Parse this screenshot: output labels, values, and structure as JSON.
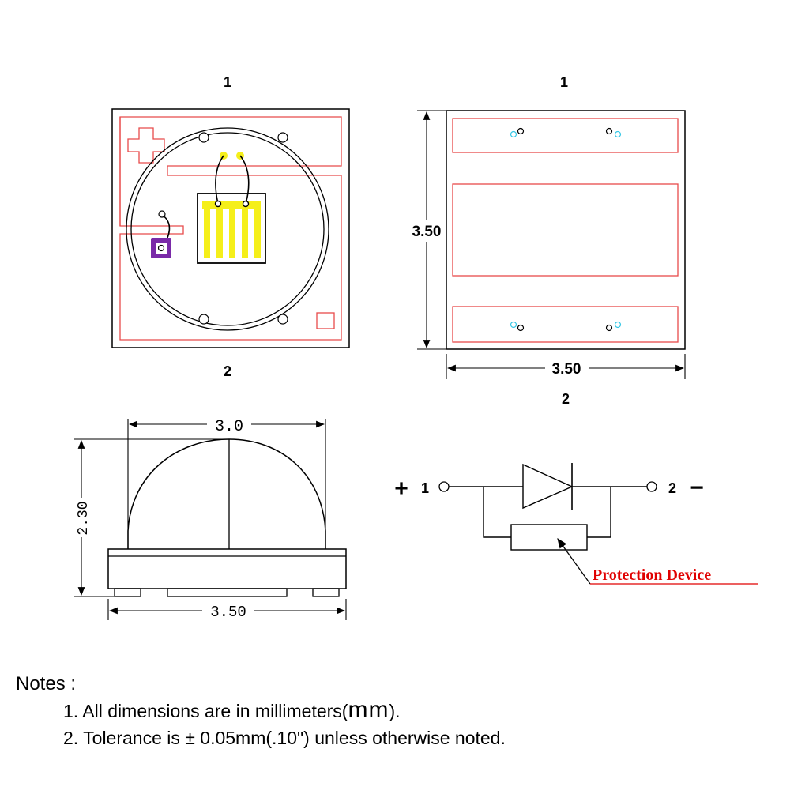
{
  "colors": {
    "outline": "#000000",
    "trace": "#e84a4a",
    "pad": "#f5ef1a",
    "zener": "#7a2aa8",
    "via": "#38c8e6",
    "label_red": "#e00000"
  },
  "top_view": {
    "pin1": "1",
    "pin2": "2"
  },
  "bottom_view": {
    "pin1": "1",
    "pin2": "2",
    "height_dim": "3.50",
    "width_dim": "3.50"
  },
  "side_view": {
    "lens_dim": "3.0",
    "height_dim": "2.30",
    "width_dim": "3.50"
  },
  "schematic": {
    "plus": "+",
    "pin1": "1",
    "pin2": "2",
    "minus": "−",
    "protection_label": "Protection Device"
  },
  "notes": {
    "title": "Notes :",
    "line1_pre": "1. All dimensions are in millimeters(",
    "line1_unit": "mm",
    "line1_post": ").",
    "line2": "2. Tolerance is ± 0.05mm(.10\") unless otherwise noted."
  }
}
